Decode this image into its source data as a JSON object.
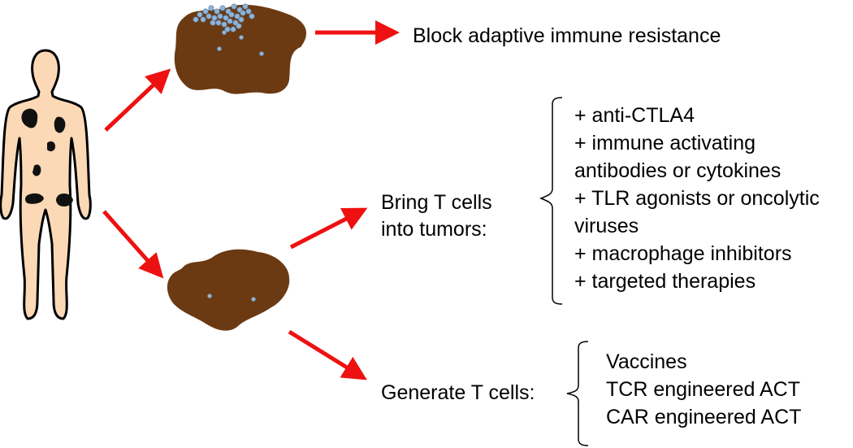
{
  "top_outcome": {
    "label": "Block adaptive immune resistance"
  },
  "bring_branch": {
    "label_line1": "Bring T cells",
    "label_line2": "into tumors:",
    "items": [
      "+ anti-CTLA4",
      "+ immune activating",
      "antibodies or cytokines",
      "+ TLR agonists or oncolytic",
      "viruses",
      "+ macrophage inhibitors",
      "+ targeted therapies"
    ]
  },
  "generate_branch": {
    "label": "Generate T cells:",
    "items": [
      "Vaccines",
      "TCR engineered ACT",
      "CAR engineered ACT"
    ]
  },
  "colors": {
    "arrow": "#ee1111",
    "tumor": "#6b3a12",
    "t_cell": "#8fb4d8",
    "skin": "#fcd9b6",
    "lesion": "#111111"
  },
  "icons": [
    "human-body-icon",
    "tumor-icon",
    "t-cell-icon",
    "arrow-icon",
    "brace-icon"
  ]
}
